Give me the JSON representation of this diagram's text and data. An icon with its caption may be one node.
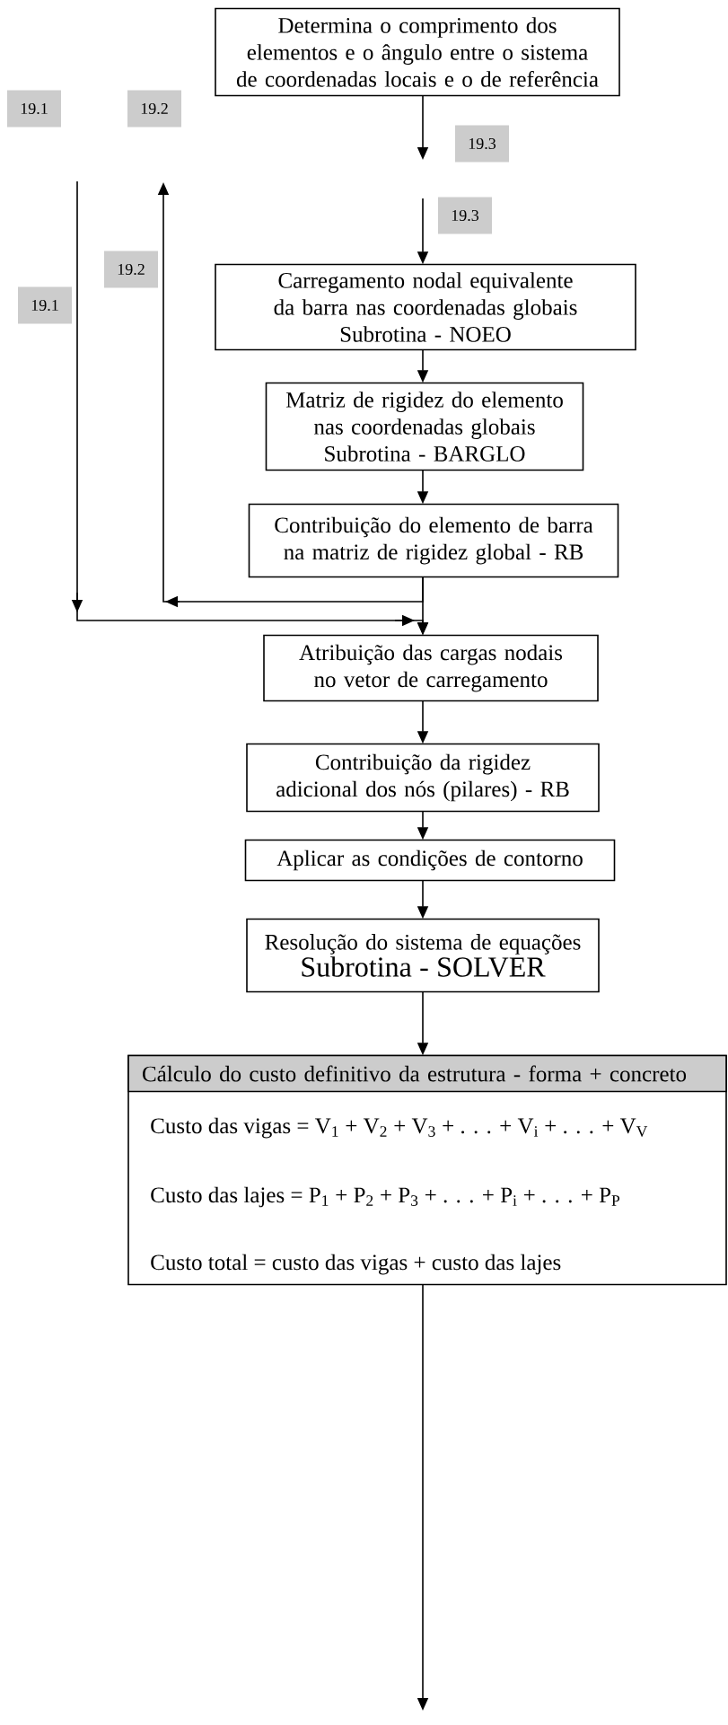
{
  "diagram": {
    "nodes": [
      {
        "text": [
          "Determina o comprimento dos elementos e o ângulo entre o sistema de coordenadas locais e o de referência"
        ]
      },
      {
        "text": [
          "Carregamento nodal equivalente da barra nas coordenadas globais",
          "Subrotina - NOEO"
        ]
      },
      {
        "text": [
          "Matriz de rigidez do elemento nas coordenadas globais",
          "Subrotina - BARGLO"
        ]
      },
      {
        "text": [
          "Contribuição do elemento de barra na matriz de rigidez global - RB"
        ]
      },
      {
        "text": [
          "Atribuição das cargas nodais no vetor de carregamento"
        ]
      },
      {
        "text": [
          "Contribuição da rigidez adicional dos nós (pilares) - RB"
        ]
      },
      {
        "text": [
          "Aplicar as condições de contorno"
        ]
      },
      {
        "text": [
          "Resolução do sistema de equações",
          "Subrotina - SOLVER"
        ]
      },
      {
        "text": [
          "Cálculo do custo definitivo da estrutura - forma + concreto",
          "Custo das vigas = V$_{1}$ + V$_{2}$ + V$_{3}$ + . . . + V$_{i}$ + . . . + V$_{V}$",
          "Custo das lajes = P$_{1}$ + P$_{2}$ + P$_{3}$ + . . . + P$_{i}$ + . . . + P$_{P}$",
          "Custo total = custo das vigas + custo das lajes"
        ]
      }
    ],
    "edges": [
      {
        "from": 0,
        "to": null,
        "arrow": "to"
      },
      {
        "from": null,
        "to": 1,
        "arrow": "to"
      },
      {
        "from": 1,
        "to": 2,
        "arrow": "to"
      },
      {
        "from": 2,
        "to": 3,
        "arrow": "to"
      },
      {
        "from": 3,
        "to": 4,
        "arrow": "to"
      },
      {
        "from": 3,
        "to": null,
        "arrow": "to"
      },
      {
        "from": null,
        "to": 4,
        "arrow": "to"
      },
      {
        "from": 4,
        "to": 5,
        "arrow": "to"
      },
      {
        "from": 5,
        "to": 6,
        "arrow": "to"
      },
      {
        "from": 6,
        "to": 7,
        "arrow": "to"
      },
      {
        "from": 7,
        "to": 8,
        "arrow": "to"
      },
      {
        "from": 8,
        "to": null,
        "arrow": "to"
      }
    ],
    "labels": [
      "19.1",
      "19.2",
      "19.3",
      "19.3",
      "19.2",
      "19.1"
    ]
  }
}
